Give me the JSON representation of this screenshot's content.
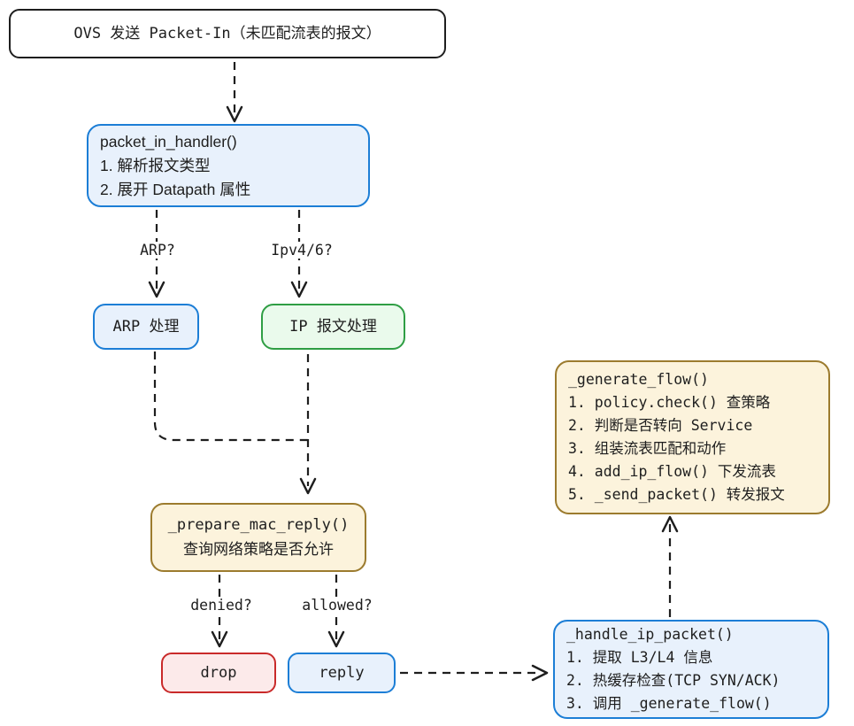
{
  "diagram": {
    "title_note": "OVS Packet-In handling flowchart",
    "nodes": {
      "ovs": {
        "lines": [
          "OVS 发送 Packet-In（未匹配流表的报文）"
        ]
      },
      "packet_in_handler": {
        "lines": [
          "packet_in_handler()",
          "1. 解析报文类型",
          "2. 展开 Datapath 属性"
        ]
      },
      "arp_handle": {
        "lines": [
          "ARP 处理"
        ]
      },
      "ip_handle": {
        "lines": [
          "IP 报文处理"
        ]
      },
      "prepare_mac_reply": {
        "lines": [
          "_prepare_mac_reply()",
          "查询网络策略是否允许"
        ]
      },
      "drop": {
        "lines": [
          "drop"
        ]
      },
      "reply": {
        "lines": [
          "reply"
        ]
      },
      "handle_ip_packet": {
        "lines": [
          "_handle_ip_packet()",
          "1. 提取 L3/L4 信息",
          "2. 热缓存检查(TCP SYN/ACK)",
          "3. 调用 _generate_flow()"
        ]
      },
      "generate_flow": {
        "lines": [
          "_generate_flow()",
          "1. policy.check() 查策略",
          "2. 判断是否转向 Service",
          "3. 组装流表匹配和动作",
          "4. add_ip_flow() 下发流表",
          "5. _send_packet() 转发报文"
        ]
      }
    },
    "edge_labels": {
      "arp_q": "ARP?",
      "ipv4_q": "Ipv4/6?",
      "denied_q": "denied?",
      "allowed_q": "allowed?"
    },
    "colors": {
      "ink": "#1e1e1e",
      "blue_border": "#1c7ed6",
      "blue_fill": "#e8f1fc",
      "green_border": "#2f9e44",
      "green_fill": "#eafaec",
      "tan_border": "#9c7b2e",
      "tan_fill": "#fcf3dc",
      "red_border": "#c92a2a",
      "red_fill": "#fceaea"
    }
  }
}
